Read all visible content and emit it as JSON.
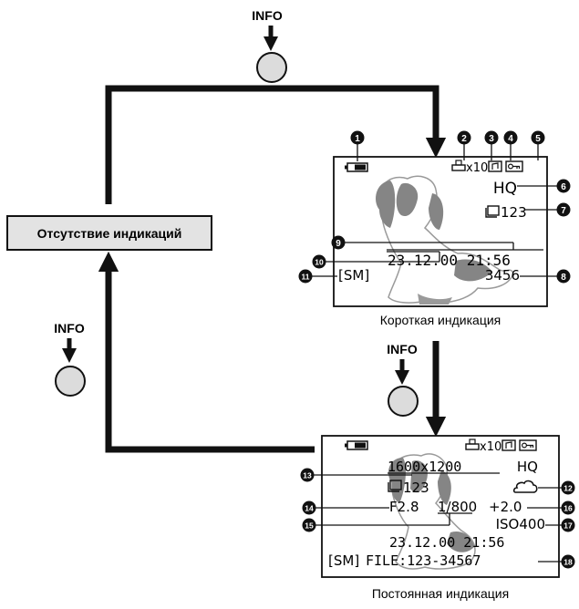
{
  "info_label": "INFO",
  "no_display_label": "Отсутствие индикаций",
  "short_caption": "Короткая индикация",
  "long_caption": "Постоянная индикация",
  "callout_numbers": [
    "1",
    "2",
    "3",
    "4",
    "5",
    "6",
    "7",
    "8",
    "9",
    "10",
    "11",
    "12",
    "13",
    "14",
    "15",
    "16",
    "17",
    "18"
  ],
  "short_screen": {
    "print_count": "x10",
    "quality": "HQ",
    "frames": "123",
    "datetime": "23.12.00 21:56",
    "mode": "[SM]",
    "remaining": "3456"
  },
  "long_screen": {
    "print_count": "x10",
    "resolution": "1600x1200",
    "quality": "HQ",
    "frames": "123",
    "aperture": "F2.8",
    "shutter": "1/800",
    "exposure": "+2.0",
    "iso": "ISO400",
    "datetime": "23.12.00 21:56",
    "mode": "[SM]",
    "file": "FILE:123-34567"
  }
}
